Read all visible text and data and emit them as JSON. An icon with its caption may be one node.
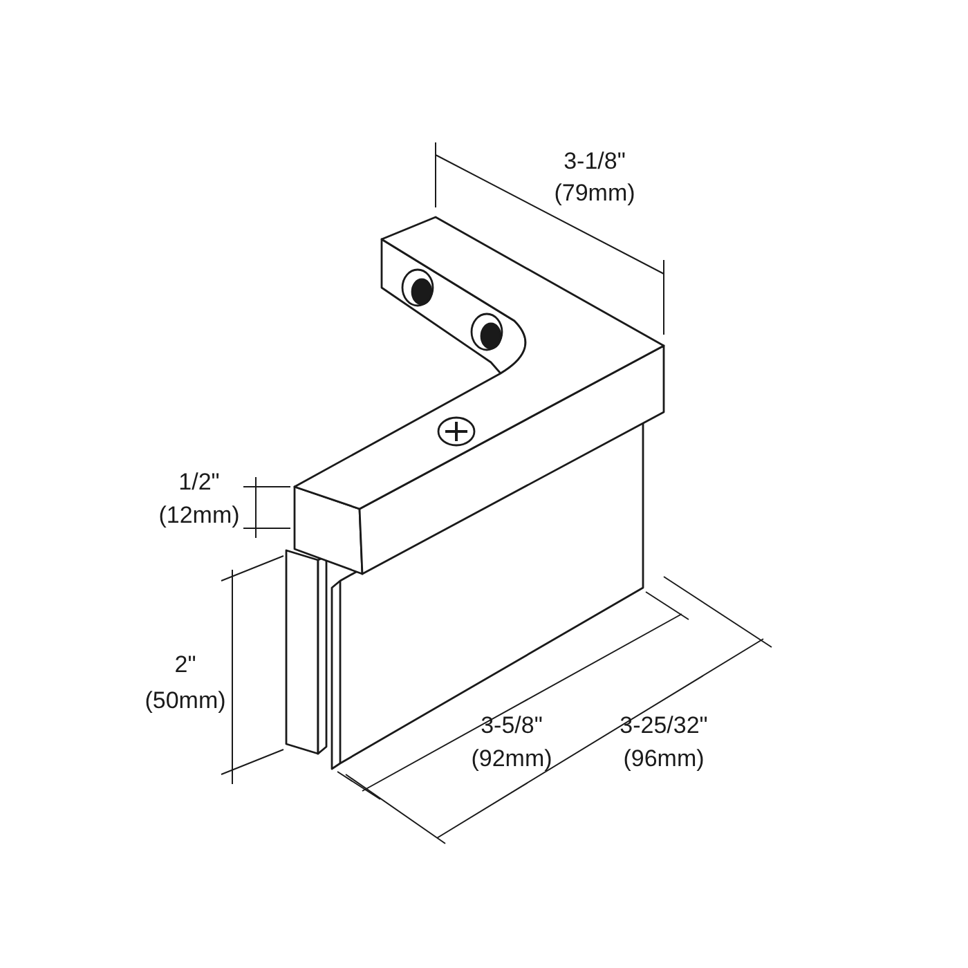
{
  "diagram": {
    "labels": [
      "3-1/8\"",
      "(79mm)",
      "1/2\"",
      "(12mm)",
      "2\"",
      "(50mm)",
      "3-5/8\"",
      "(92mm)",
      "3-25/32\"",
      "(96mm)"
    ]
  }
}
